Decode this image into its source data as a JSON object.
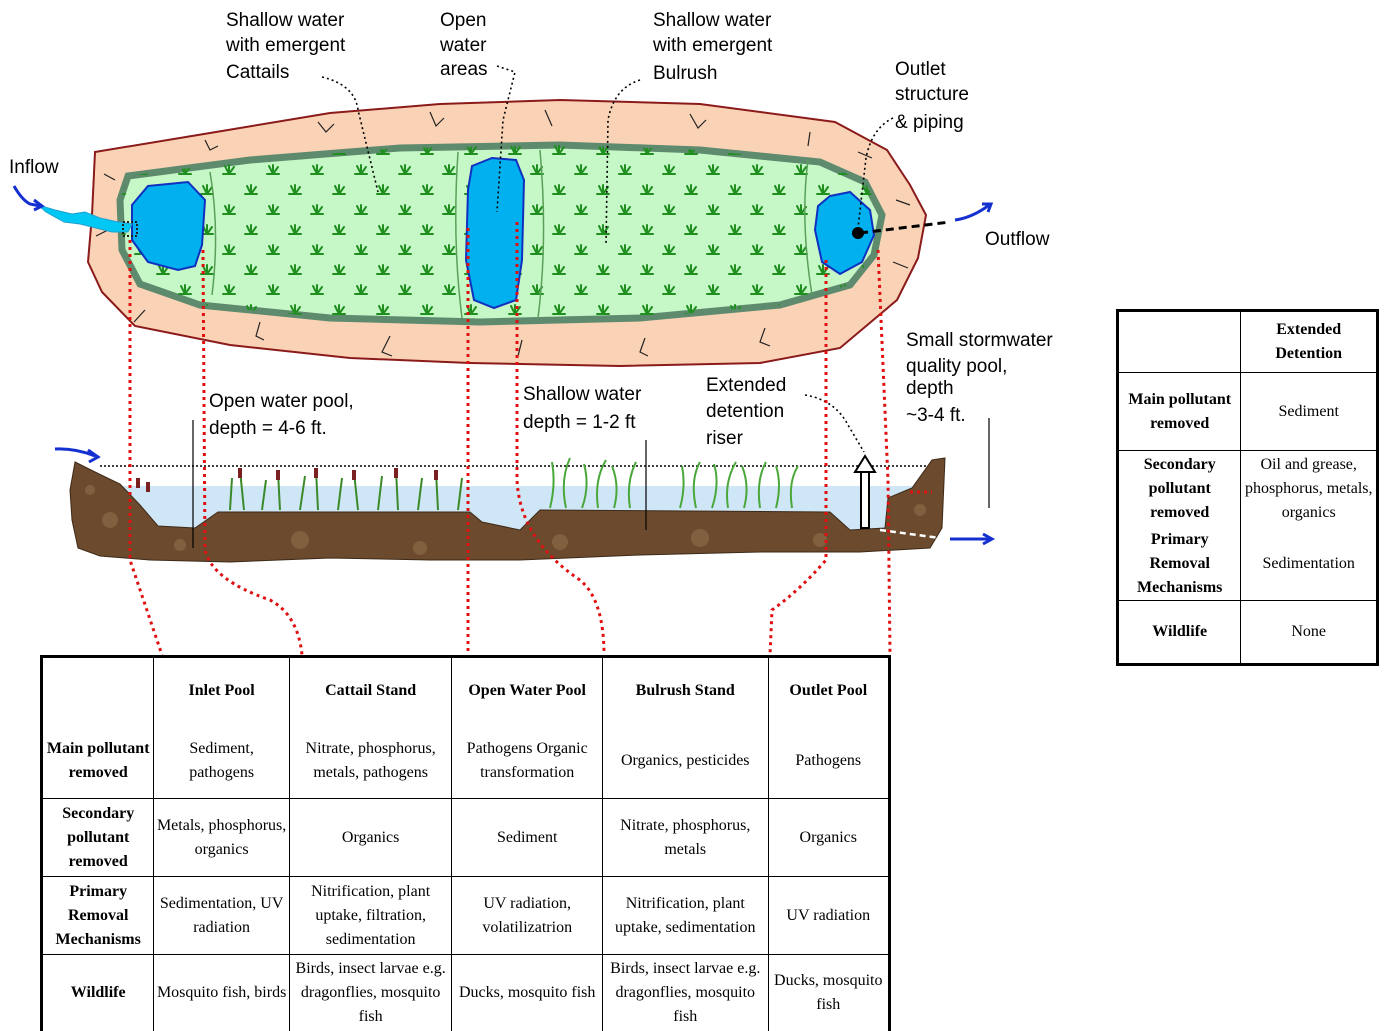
{
  "labels": {
    "cattails": [
      "Shallow water",
      "with emergent",
      "Cattails"
    ],
    "open_water": [
      "Open",
      "water",
      "areas"
    ],
    "bulrush": [
      "Shallow water",
      "with emergent",
      "Bulrush"
    ],
    "outlet": [
      "Outlet",
      "structure",
      "& piping"
    ],
    "inflow": "Inflow",
    "outflow": "Outflow",
    "open_pool": [
      "Open water pool,",
      "depth = 4-6 ft."
    ],
    "shallow": [
      "Shallow water",
      "depth = 1-2 ft"
    ],
    "riser": [
      "Extended",
      "detention",
      "riser"
    ],
    "small_pool": [
      "Small stormwater",
      "quality pool,",
      "depth",
      "~3-4 ft."
    ]
  },
  "main_table": {
    "headers": [
      "",
      "Inlet Pool",
      "Cattail Stand",
      "Open Water Pool",
      "Bulrush Stand",
      "Outlet Pool"
    ],
    "rows": [
      {
        "label": "Main pollutant removed",
        "cells": [
          "Sediment, pathogens",
          "Nitrate, phosphorus, metals, pathogens",
          "Pathogens Organic transformation",
          "Organics, pesticides",
          "Pathogens"
        ]
      },
      {
        "label": "Secondary pollutant removed",
        "cells": [
          "Metals, phosphorus, organics",
          "Organics",
          "Sediment",
          "Nitrate, phosphorus, metals",
          "Organics"
        ]
      },
      {
        "label": "Primary Removal Mechanisms",
        "cells": [
          "Sedimentation, UV radiation",
          "Nitrification, plant uptake, filtration, sedimentation",
          "UV radiation, volatilizatrion",
          "Nitrification, plant uptake, sedimentation",
          "UV radiation"
        ]
      },
      {
        "label": "Wildlife",
        "cells": [
          "Mosquito fish, birds",
          "Birds, insect larvae e.g. dragonflies, mosquito fish",
          "Ducks, mosquito fish",
          "Birds, insect larvae e.g. dragonflies, mosquito fish",
          "Ducks, mosquito fish"
        ]
      }
    ]
  },
  "side_table": {
    "header": "Extended Detention",
    "rows": [
      {
        "label": "Main pollutant removed",
        "value": "Sediment"
      },
      {
        "label": "Secondary pollutant removed",
        "value": "Oil and grease, phosphorus, metals, organics"
      },
      {
        "label": "Primary Removal Mechanisms",
        "value": "Sedimentation"
      },
      {
        "label": "Wildlife",
        "value": "None"
      }
    ]
  },
  "colors": {
    "berm": "#fad3b6",
    "berm_outline": "#8b1a1a",
    "marsh": "#c6f7c6",
    "marsh_border": "#5e8a6e",
    "water": "#00b0ef",
    "water_outline": "#1030c0",
    "plant": "#1f8f1f",
    "guide_line": "#e01010",
    "soil": "#6b4a2e",
    "profile_water": "#cfe6f7"
  }
}
